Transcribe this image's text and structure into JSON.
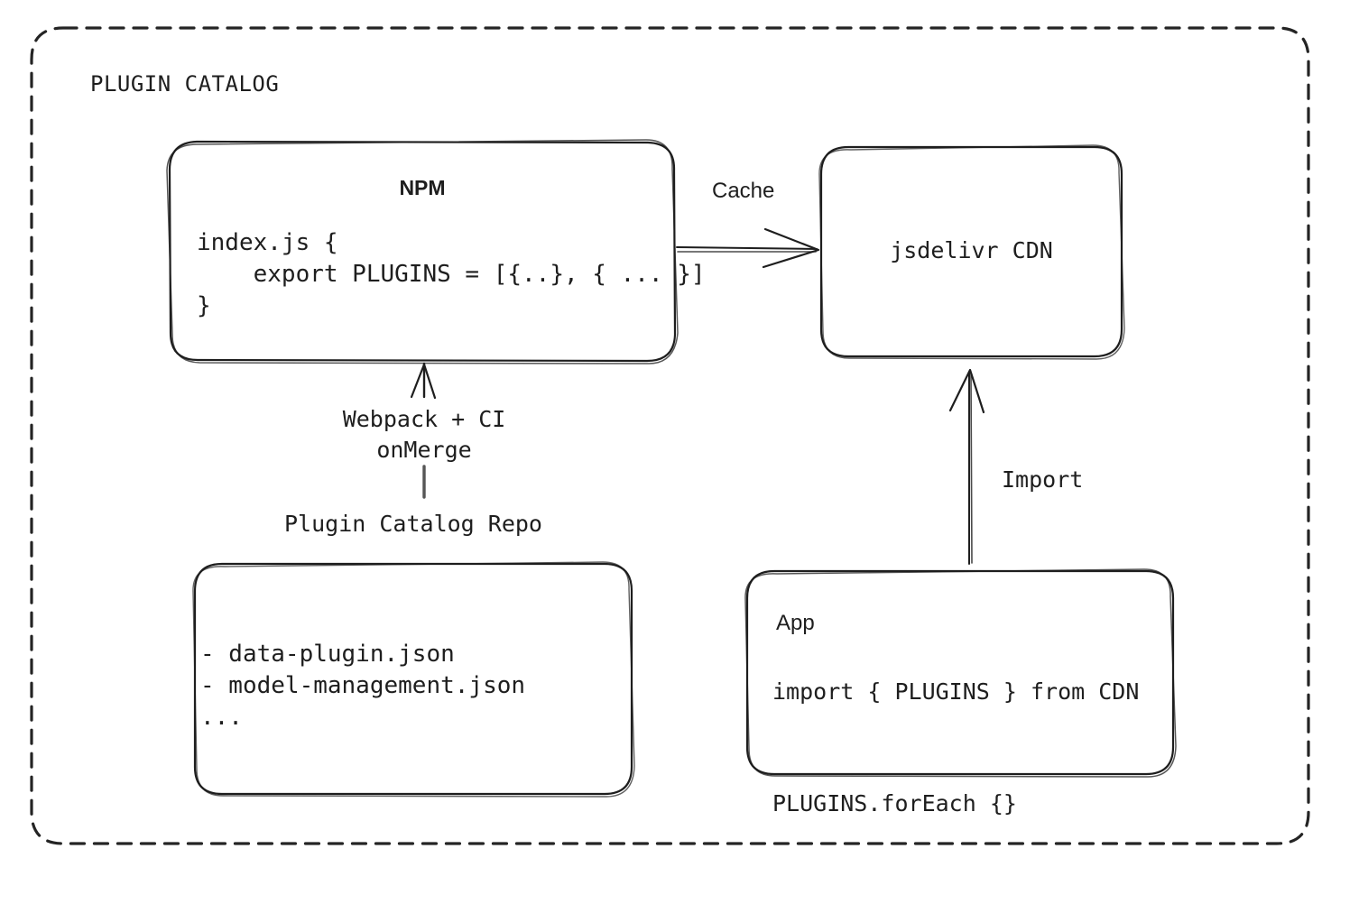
{
  "group": {
    "title": "PLUGIN CATALOG",
    "border_style": "dashed",
    "border_color": "#242424"
  },
  "nodes": {
    "npm": {
      "title": "NPM",
      "code": "index.js {\n    export PLUGINS = [{..}, { ... }]\n}"
    },
    "cdn": {
      "title": "jsdelivr CDN"
    },
    "repo": {
      "label": "Plugin Catalog Repo",
      "files": "- data-plugin.json\n- model-management.json\n..."
    },
    "app": {
      "title": "App",
      "code": "import { PLUGINS } from CDN\n\nPLUGINS.forEach {}"
    }
  },
  "edges": {
    "cache": {
      "label": "Cache",
      "from": "npm",
      "to": "cdn",
      "direction": "right"
    },
    "build": {
      "label": "Webpack + CI\nonMerge",
      "from": "repo",
      "to": "npm",
      "direction": "up"
    },
    "import": {
      "label": "Import",
      "from": "app",
      "to": "cdn",
      "direction": "up"
    }
  },
  "colors": {
    "stroke": "#1e1e1e",
    "background": "#ffffff",
    "dashed_border": "#242424"
  }
}
